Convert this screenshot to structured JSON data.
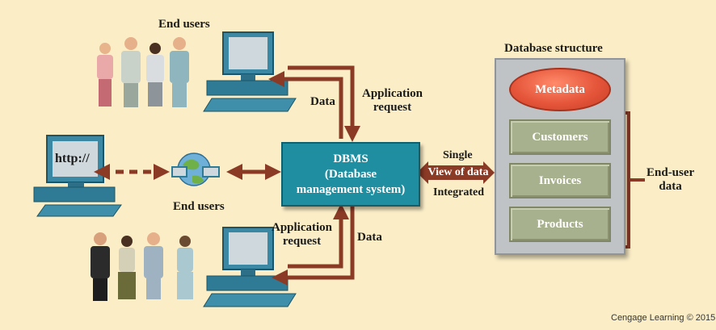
{
  "labels": {
    "end_users_top": "End users",
    "end_users_middle": "End users",
    "data_top": "Data",
    "application_request_top": [
      "Application",
      "request"
    ],
    "application_request_bottom": [
      "Application",
      "request"
    ],
    "data_bottom": "Data",
    "http": "http://",
    "single": "Single",
    "view_of_data": "View of data",
    "integrated": "Integrated",
    "database_structure": "Database structure",
    "end_user_data": [
      "End-user",
      "data"
    ],
    "credit": "Cengage Learning © 2015"
  },
  "dbms": {
    "line1": "DBMS",
    "line2": "(Database",
    "line3": "management system)"
  },
  "database": {
    "metadata": "Metadata",
    "tables": [
      "Customers",
      "Invoices",
      "Products"
    ]
  },
  "colors": {
    "background": "#fbeec7",
    "arrow": "#8b3a26",
    "dbms": "#1f8ea0",
    "metadata": "#e5553a",
    "table": "#a8b18e",
    "structure": "#bfc3c6"
  }
}
